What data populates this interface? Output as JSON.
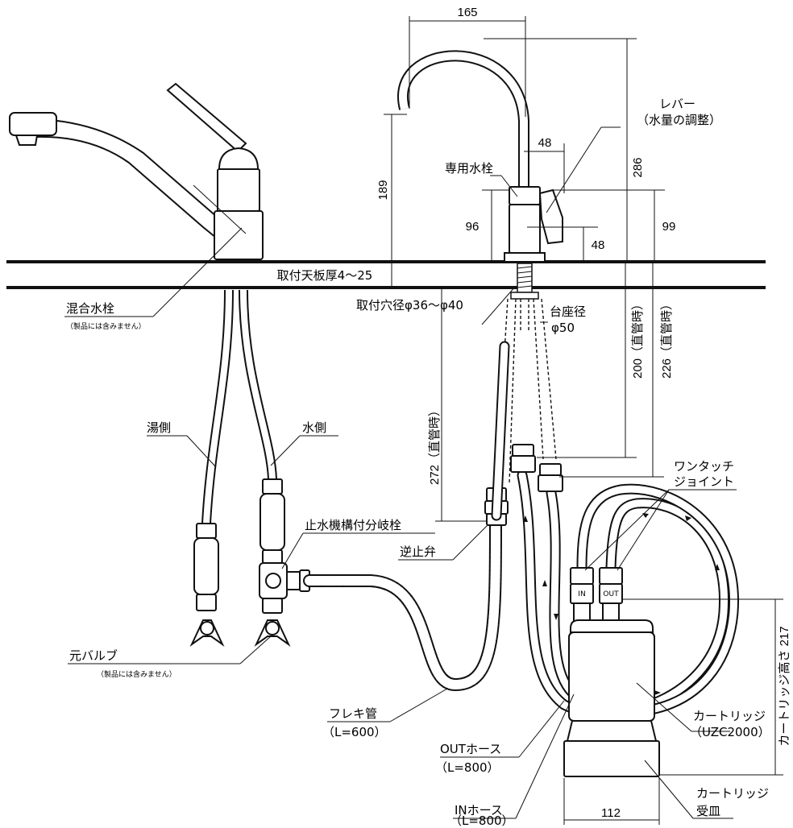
{
  "dimensions": {
    "spout_reach": "165",
    "lever_offset": "48",
    "spout_height": "189",
    "faucet_height": "286",
    "body_height": "96",
    "lever_height": "99",
    "lever_depth": "48",
    "straight_200": "200（直管時）",
    "straight_226": "226（直管時）",
    "straight_272": "272（直管時）",
    "cartridge_width": "112",
    "cartridge_height": "カートリッジ高さ 217"
  },
  "labels": {
    "counter_thickness": "取付天板厚4～25",
    "mixing_faucet": "混合水栓",
    "not_included_1": "（製品には含みません）",
    "hot_side": "湯側",
    "cold_side": "水側",
    "branch_valve": "止水機構付分岐栓",
    "check_valve": "逆止弁",
    "main_valve": "元バルブ",
    "not_included_2": "（製品には含みません）",
    "flexible_pipe": "フレキ管",
    "flexible_len": "（L=600）",
    "out_hose": "OUTホース",
    "out_len": "（L=800）",
    "in_hose": "INホース",
    "in_len": "（L=800）",
    "hole_diameter": "取付穴径φ36～φ40",
    "base_diameter": "台座径",
    "base_value": "φ50",
    "dedicated_faucet": "専用水栓",
    "lever": "レバー",
    "lever_sub": "（水量の調整）",
    "one_touch_1": "ワンタッチ",
    "one_touch_2": "ジョイント",
    "cartridge": "カートリッジ",
    "cartridge_model": "（UZC2000）",
    "tray_1": "カートリッジ",
    "tray_2": "受皿",
    "port_in": "IN",
    "port_out": "OUT"
  }
}
